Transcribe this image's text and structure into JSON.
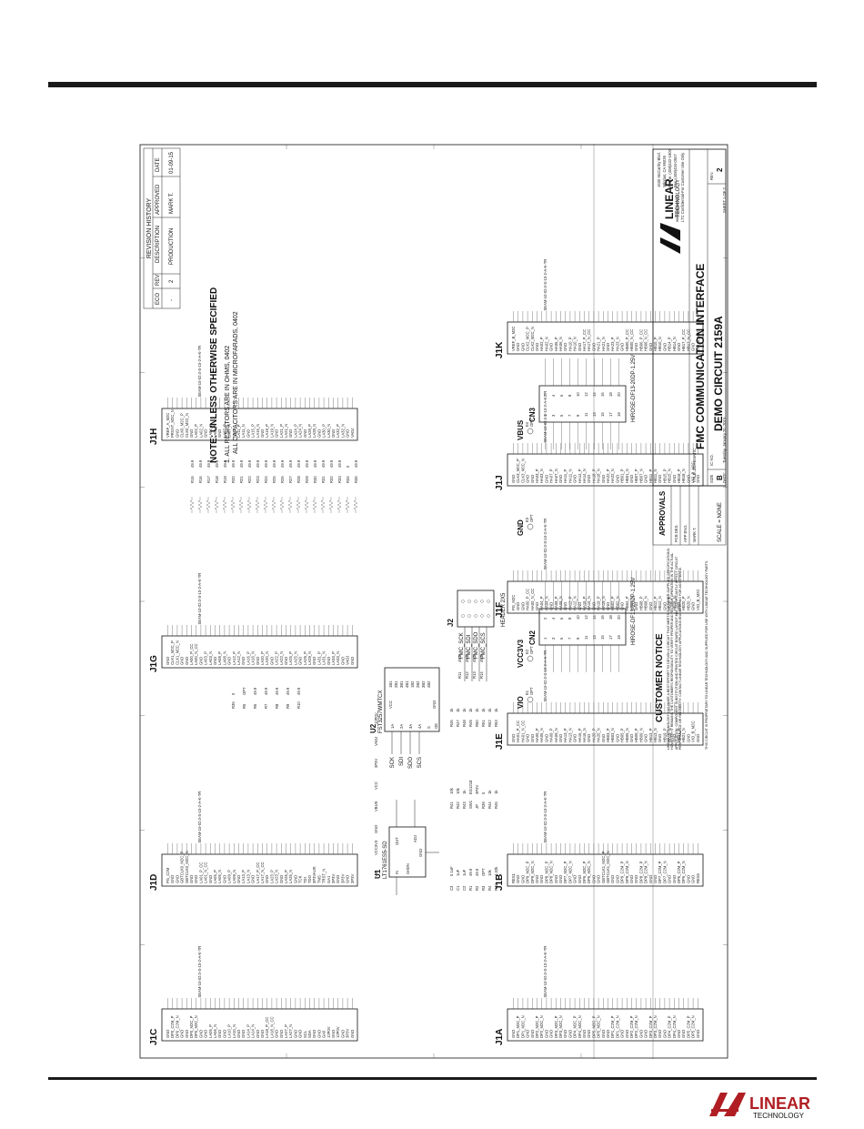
{
  "footer_logo": {
    "brand": "LINEAR",
    "subtitle": "TECHNOLOGY"
  },
  "schematic": {
    "notes": {
      "title": "NOTE: UNLESS OTHERWISE SPECIFIED",
      "line1": "1. ALL RESISTORS ARE IN OHMS, 0402",
      "line2": "ALL CAPACITORS ARE IN MICROFARADS, 0402"
    },
    "revision_history": {
      "title": "REVISION HISTORY",
      "headers": [
        "ECO",
        "REV",
        "DESCRIPTION",
        "APPROVED",
        "DATE"
      ],
      "row": [
        "-",
        "2",
        "PRODUCTION",
        "MARK T.",
        "01-09-15"
      ]
    },
    "customer_notice": {
      "title": "CUSTOMER NOTICE",
      "text": "LINEAR TECHNOLOGY HAS MADE A BEST EFFORT TO DESIGN A CIRCUIT THAT MEETS CUSTOMER-SUPPLIED SPECIFICATIONS; HOWEVER, IT REMAINS THE CUSTOMER'S RESPONSIBILITY TO VERIFY PROPER AND RELIABLE OPERATION IN THE ACTUAL APPLICATION. COMPONENT SUBSTITUTION AND PRINTED CIRCUIT BOARD LAYOUT MAY SIGNIFICANTLY AFFECT CIRCUIT PERFORMANCE OR RELIABILITY. CONTACT LINEAR TECHNOLOGY APPLICATIONS ENGINEERING FOR ASSISTANCE.",
      "text2": "THIS CIRCUIT IS PROPRIETARY TO LINEAR TECHNOLOGY AND SUPPLIED FOR USE WITH LINEAR TECHNOLOGY PARTS."
    },
    "approvals": {
      "title": "APPROVALS",
      "rows": [
        "PCB DES.",
        "APP ENG.",
        "MARK T."
      ],
      "scale": "SCALE = NONE"
    },
    "title_block": {
      "address": [
        "1630 McCarthy Blvd.",
        "Milpitas, CA 95035",
        "Phone: (408)432-1900",
        "www.linear.com",
        "Fax: (408)434-0507",
        "LTC Confidential-For Customer Use Only"
      ],
      "title_label": "TITLE: SCHEMATIC",
      "title1": "FMC COMMUNICATION INTERFACE",
      "title2": "DEMO CIRCUIT 2159A",
      "size_label": "SIZE",
      "size": "B",
      "ic_label": "IC NO.",
      "rev_label": "REV.",
      "rev": "2",
      "date_label": "DATE:",
      "date": "Tuesday, January 20, 2015",
      "sheet": "SHEET 1 OF 2"
    },
    "connectors": {
      "J1C": {
        "name": "J1C",
        "part": "SEAM-10-02.0-S-10-2-A-K-TR",
        "pins": [
          "GND",
          "DP0_C2M_P",
          "DP0_C2M_N",
          "GND",
          "GND",
          "DP0_M2C_P",
          "DP0_M2C_N",
          "GND",
          "GND",
          "LA06_P",
          "LA06_N",
          "GND",
          "GND",
          "LA10_P",
          "LA10_N",
          "GND",
          "GND",
          "LA14_P",
          "LA14_N",
          "GND",
          "GND",
          "LA18_P_CC",
          "LA18_N_CC",
          "GND",
          "GND",
          "LA27_P",
          "LA27_N",
          "GND",
          "GND",
          "SCL",
          "SDA",
          "GND",
          "GND",
          "GA0",
          "12P0V",
          "GND",
          "12P0V",
          "GND",
          "3P3V",
          "GND"
        ]
      },
      "J1D": {
        "name": "J1D",
        "part": "SEAM-10-02.0-S-10-2-A-K-TR",
        "pins": [
          "PG_C2M",
          "GND",
          "GND",
          "GBTCLK0_M2C_P",
          "GBTCLK0_M2C_N",
          "GND",
          "GND",
          "LA01_P_CC",
          "LA01_N_CC",
          "GND",
          "LA05_P",
          "LA05_N",
          "GND",
          "LA09_P",
          "LA09_N",
          "GND",
          "LA13_P",
          "LA13_N",
          "GND",
          "LA17_P_CC",
          "LA17_N_CC",
          "GND",
          "LA23_P",
          "LA23_N",
          "GND",
          "LA26_P",
          "LA26_N",
          "GND",
          "TCK",
          "TDI",
          "TDO",
          "3P3VAUX",
          "TMS",
          "TRST_N",
          "GA1",
          "3P3V",
          "GND",
          "3P3V",
          "GND",
          "3P3V"
        ]
      },
      "J1G": {
        "name": "J1G",
        "part": "SEAM-10-02.0-S-10-2-A-K-TR",
        "pins": [
          "GND",
          "CLK1_M2C_P",
          "CLK1_M2C_N",
          "GND",
          "GND",
          "LA00_P_CC",
          "LA00_N_CC",
          "GND",
          "LA03_P",
          "LA03_N",
          "GND",
          "LA08_P",
          "LA08_N",
          "GND",
          "LA12_P",
          "LA12_N",
          "GND",
          "LA16_P",
          "LA16_N",
          "GND",
          "LA20_P",
          "LA20_N",
          "GND",
          "LA22_P",
          "LA22_N",
          "GND",
          "LA25_P",
          "LA25_N",
          "GND",
          "LA29_P",
          "LA29_N",
          "GND",
          "LA31_P",
          "LA31_N",
          "GND",
          "LA33_P",
          "LA33_N",
          "GND",
          "VADJ",
          "GND"
        ]
      },
      "J1H": {
        "name": "J1H",
        "part": "SEAM-10-02.0-S-10-2-A-K-TR",
        "pins": [
          "VREF_A_M2C",
          "PRSNT_M2C_N",
          "GND",
          "CLK0_M2C_P",
          "CLK0_M2C_N",
          "GND",
          "LA02_P",
          "LA02_N",
          "GND",
          "LA04_P",
          "LA04_N",
          "GND",
          "LA07_P",
          "LA07_N",
          "GND",
          "LA11_P",
          "LA11_N",
          "GND",
          "LA15_P",
          "LA15_N",
          "GND",
          "LA19_P",
          "LA19_N",
          "GND",
          "LA21_P",
          "LA21_N",
          "GND",
          "LA24_P",
          "LA24_N",
          "GND",
          "LA28_P",
          "LA28_N",
          "GND",
          "LA30_P",
          "LA30_N",
          "GND",
          "LA32_P",
          "LA32_N",
          "GND",
          "VADJ"
        ]
      },
      "J1A": {
        "name": "J1A",
        "part": "SEAM-10-02.0-S-10-2-A-K-TR",
        "pins": [
          "GND",
          "DP1_M2C_P",
          "DP1_M2C_N",
          "GND",
          "GND",
          "DP2_M2C_P",
          "DP2_M2C_N",
          "GND",
          "GND",
          "DP3_M2C_P",
          "DP3_M2C_N",
          "GND",
          "GND",
          "DP4_M2C_P",
          "DP4_M2C_N",
          "GND",
          "GND",
          "DP5_M2C_P",
          "DP5_M2C_N",
          "GND",
          "GND",
          "DP1_C2M_P",
          "DP1_C2M_N",
          "GND",
          "GND",
          "DP2_C2M_P",
          "DP2_C2M_N",
          "GND",
          "GND",
          "DP3_C2M_P",
          "DP3_C2M_N",
          "GND",
          "GND",
          "DP4_C2M_P",
          "DP4_C2M_N",
          "GND",
          "GND",
          "DP5_C2M_P",
          "DP5_C2M_N",
          "GND"
        ]
      },
      "J1B": {
        "name": "J1B",
        "part": "SEAM-10-02.0-S-10-2-A-K-TR",
        "pins": [
          "RES1",
          "GND",
          "GND",
          "DP9_M2C_P",
          "DP9_M2C_N",
          "GND",
          "GND",
          "DP8_M2C_P",
          "DP8_M2C_N",
          "GND",
          "GND",
          "DP7_M2C_P",
          "DP7_M2C_N",
          "GND",
          "GND",
          "DP6_M2C_P",
          "DP6_M2C_N",
          "GND",
          "GND",
          "GBTCLK1_M2C_P",
          "GBTCLK1_M2C_N",
          "GND",
          "GND",
          "DP9_C2M_P",
          "DP9_C2M_N",
          "GND",
          "GND",
          "DP8_C2M_P",
          "DP8_C2M_N",
          "GND",
          "GND",
          "DP7_C2M_P",
          "DP7_C2M_N",
          "GND",
          "GND",
          "DP6_C2M_P",
          "DP6_C2M_N",
          "GND",
          "GND",
          "RES0"
        ]
      },
      "J1E": {
        "name": "J1E",
        "part": "SEAM-10-02.0-S-10-2-A-K-TR",
        "pins": [
          "GND",
          "HA01_P_CC",
          "HA01_N_CC",
          "GND",
          "GND",
          "HA05_P",
          "HA05_N",
          "GND",
          "HA09_P",
          "HA09_N",
          "GND",
          "HA13_P",
          "HA13_N",
          "GND",
          "HA16_P",
          "HA16_N",
          "GND",
          "HA20_P",
          "HA20_N",
          "GND",
          "HB03_P",
          "HB03_N",
          "GND",
          "HB05_P",
          "HB05_N",
          "GND",
          "HB09_P",
          "HB09_N",
          "GND",
          "HB13_P",
          "HB13_N",
          "GND",
          "HB19_P",
          "HB19_N",
          "GND",
          "HB21_P",
          "HB21_N",
          "GND",
          "VIO_B_M2C",
          "GND"
        ]
      },
      "J1F": {
        "name": "J1F",
        "part": "SEAM-10-02.0-S-10-2-A-K-TR",
        "pins": [
          "PG_M2C",
          "GND",
          "GND",
          "HA00_P_CC",
          "HA00_N_CC",
          "GND",
          "HA04_P",
          "HA04_N",
          "GND",
          "HA08_P",
          "HA08_N",
          "GND",
          "HA12_P",
          "HA12_N",
          "GND",
          "HA15_P",
          "HA15_N",
          "GND",
          "HA19_P",
          "HA19_N",
          "GND",
          "HB02_P",
          "HB02_N",
          "GND",
          "HB04_P",
          "HB04_N",
          "GND",
          "HB08_P",
          "HB08_N",
          "GND",
          "HB12_P",
          "HB12_N",
          "GND",
          "HB16_P",
          "HB16_N",
          "GND",
          "HB20_P",
          "HB20_N",
          "GND",
          "VIO_B_M2C"
        ]
      },
      "J1J": {
        "name": "J1J",
        "part": "SEAM-10-02.0-S-10-2-A-K-TR",
        "pins": [
          "GND",
          "CLK3_M2C_P",
          "CLK3_M2C_N",
          "GND",
          "GND",
          "HA03_P",
          "HA03_N",
          "GND",
          "HA07_P",
          "HA07_N",
          "GND",
          "HA11_P",
          "HA11_N",
          "GND",
          "HA14_P",
          "HA14_N",
          "GND",
          "HA18_P",
          "HA18_N",
          "GND",
          "HA22_P",
          "HA22_N",
          "GND",
          "HB01_P",
          "HB01_N",
          "GND",
          "HB07_P",
          "HB07_N",
          "GND",
          "HB11_P",
          "HB11_N",
          "GND",
          "HB15_P",
          "HB15_N",
          "GND",
          "HB18_P",
          "HB18_N",
          "GND",
          "VIO_B_M2C",
          "GND"
        ]
      },
      "J1K": {
        "name": "J1K",
        "part": "SEAM-10-02.0-S-10-2-A-K-TR",
        "pins": [
          "VREF_B_M2C",
          "GND",
          "GND",
          "CLK2_M2C_P",
          "CLK2_M2C_N",
          "GND",
          "HA02_P",
          "HA02_N",
          "GND",
          "HA06_P",
          "HA06_N",
          "GND",
          "HA10_P",
          "HA10_N",
          "GND",
          "HA17_P_CC",
          "HA17_N_CC",
          "GND",
          "HA21_P",
          "HA21_N",
          "GND",
          "HA23_P",
          "HA23_N",
          "GND",
          "HB00_P_CC",
          "HB00_N_CC",
          "GND",
          "HB06_P_CC",
          "HB06_N_CC",
          "GND",
          "HB10_P",
          "HB10_N",
          "GND",
          "HB14_P",
          "HB14_N",
          "GND",
          "HB17_P_CC",
          "HB17_N_CC",
          "GND",
          "VIO_B_M2C"
        ]
      }
    },
    "headers": {
      "CN2": {
        "name": "CN2",
        "part": "HIROSE-DF13-20DP-1.25V",
        "pins": [
          "1",
          "2",
          "3",
          "4",
          "5",
          "6",
          "7",
          "8",
          "9",
          "10",
          "11",
          "12",
          "13",
          "14",
          "15",
          "16",
          "17",
          "18",
          "19",
          "20"
        ]
      },
      "CN3": {
        "name": "CN3",
        "part": "HIROSE-DF13-20DP-1.25V",
        "pins": [
          "1",
          "2",
          "3",
          "4",
          "5",
          "6",
          "7",
          "8",
          "9",
          "10",
          "11",
          "12",
          "13",
          "14",
          "15",
          "16",
          "17",
          "18",
          "19",
          "20"
        ]
      },
      "J2": {
        "name": "J2",
        "part": "HEADER 2X5"
      }
    },
    "ics": {
      "U1": {
        "name": "U1",
        "part": "LT1761ES5-SD",
        "pins": [
          "IN",
          "OUT",
          "SHDN",
          "GND",
          "ADJ"
        ]
      },
      "U2": {
        "name": "U2",
        "part": "FST3257WMTCX",
        "pins": [
          "1A",
          "2A",
          "3A",
          "4A",
          "S",
          "OE",
          "1B1",
          "2B1",
          "3B1",
          "4B1",
          "1B2",
          "2B2",
          "3B2",
          "4B2",
          "VCC",
          "GND"
        ]
      }
    },
    "power_labels": [
      "VIO",
      "VCC3V3",
      "GND",
      "VBUS",
      "VCC",
      "3P3V",
      "VADJ",
      "12P0V"
    ],
    "test_points": [
      {
        "ref": "E1",
        "net": "VIO",
        "note": "OPT"
      },
      {
        "ref": "E2",
        "net": "VCC3V3",
        "note": "OPT"
      },
      {
        "ref": "E3",
        "net": "GND",
        "note": "OPT"
      },
      {
        "ref": "E4",
        "net": "VBUS",
        "note": "OPT"
      }
    ],
    "resistors_j1h": [
      {
        "ref": "R15",
        "value": "49.9"
      },
      {
        "ref": "R16",
        "value": "49.9"
      },
      {
        "ref": "R17",
        "value": "49.9"
      },
      {
        "ref": "R18",
        "value": "49.9"
      },
      {
        "ref": "R19",
        "value": "49.9"
      },
      {
        "ref": "R20",
        "value": "49.9"
      },
      {
        "ref": "R21",
        "value": "49.9"
      },
      {
        "ref": "R22",
        "value": "49.9"
      },
      {
        "ref": "R23",
        "value": "49.9"
      },
      {
        "ref": "R24",
        "value": "49.9"
      },
      {
        "ref": "R25",
        "value": "49.9"
      },
      {
        "ref": "R26",
        "value": "49.9"
      },
      {
        "ref": "R27",
        "value": "49.9"
      },
      {
        "ref": "R28",
        "value": "49.9"
      },
      {
        "ref": "R29",
        "value": "49.9"
      },
      {
        "ref": "R30",
        "value": "49.9"
      },
      {
        "ref": "R31",
        "value": "49.9"
      },
      {
        "ref": "R32",
        "value": "49.9"
      },
      {
        "ref": "R33",
        "value": "49.9"
      },
      {
        "ref": "R34",
        "value": "0"
      },
      {
        "ref": "R35",
        "value": "49.9"
      }
    ],
    "resistors_j1g": [
      {
        "ref": "R35",
        "value": "0"
      },
      {
        "ref": "R5",
        "value": "OPT"
      },
      {
        "ref": "R6",
        "value": "49.9"
      },
      {
        "ref": "R7",
        "value": "49.9"
      },
      {
        "ref": "R8",
        "value": "49.9"
      },
      {
        "ref": "R9",
        "value": "49.9"
      },
      {
        "ref": "R10",
        "value": "49.9"
      }
    ],
    "resistors_j2": [
      {
        "ref": "R11",
        "value": "49.9"
      },
      {
        "ref": "R12",
        "value": "49.9"
      },
      {
        "ref": "R13",
        "value": "49.9"
      },
      {
        "ref": "R14",
        "value": "49.9"
      }
    ],
    "j2_nets": [
      "FMC_SCK",
      "FMC_SDI",
      "FMC_SDO",
      "FMC_SCS"
    ],
    "u2_nets": [
      "SCK",
      "SDI",
      "SDO",
      "SCS"
    ],
    "misc_parts": [
      {
        "ref": "C3",
        "value": "0.1uF"
      },
      {
        "ref": "C1",
        "value": "1uF"
      },
      {
        "ref": "C2",
        "value": "1uF"
      },
      {
        "ref": "R1",
        "value": "49.9"
      },
      {
        "ref": "R2",
        "value": "49.9"
      },
      {
        "ref": "R3",
        "value": "OPT"
      },
      {
        "ref": "R4",
        "value": "10k"
      },
      {
        "ref": "R40",
        "value": "4.32k"
      },
      {
        "ref": "R41",
        "value": "10k"
      },
      {
        "ref": "R42",
        "value": "10k"
      },
      {
        "ref": "R43",
        "value": "1k"
      },
      {
        "ref": "SW1",
        "value": "EG1218"
      },
      {
        "ref": "JP",
        "value": "3P3V"
      },
      {
        "ref": "R39",
        "value": "0"
      },
      {
        "ref": "R44",
        "value": "1k"
      },
      {
        "ref": "R45",
        "value": "1k"
      },
      {
        "ref": "R46",
        "value": "1k"
      },
      {
        "ref": "R47",
        "value": "1k"
      },
      {
        "ref": "R48",
        "value": "1k"
      },
      {
        "ref": "R49",
        "value": "1k"
      },
      {
        "ref": "R50",
        "value": "1k"
      },
      {
        "ref": "R51",
        "value": "1k"
      },
      {
        "ref": "R52",
        "value": "1k"
      },
      {
        "ref": "R53",
        "value": "1k"
      }
    ]
  }
}
